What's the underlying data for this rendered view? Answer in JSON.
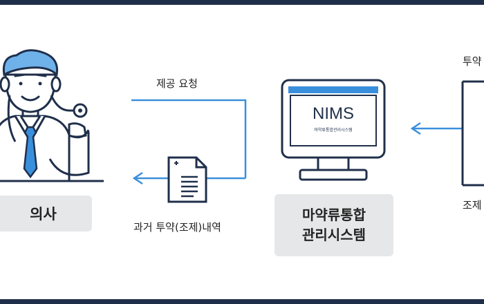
{
  "doctor": {
    "label": "의사"
  },
  "request": {
    "label": "제공 요청"
  },
  "history": {
    "label": "과거  투약(조제)내역"
  },
  "nims": {
    "screen_title": "NIMS",
    "screen_subtitle": "마약류통합관리시스템",
    "label_line1": "마약류통합",
    "label_line2": "관리시스템"
  },
  "right_edge": {
    "top_label": "투약",
    "bottom_label": "조제"
  },
  "colors": {
    "arrow": "#3a8fdc",
    "dark_navy": "#1f2f4a",
    "label_bg": "#e6e7e8",
    "tie": "#3a8fdc"
  }
}
